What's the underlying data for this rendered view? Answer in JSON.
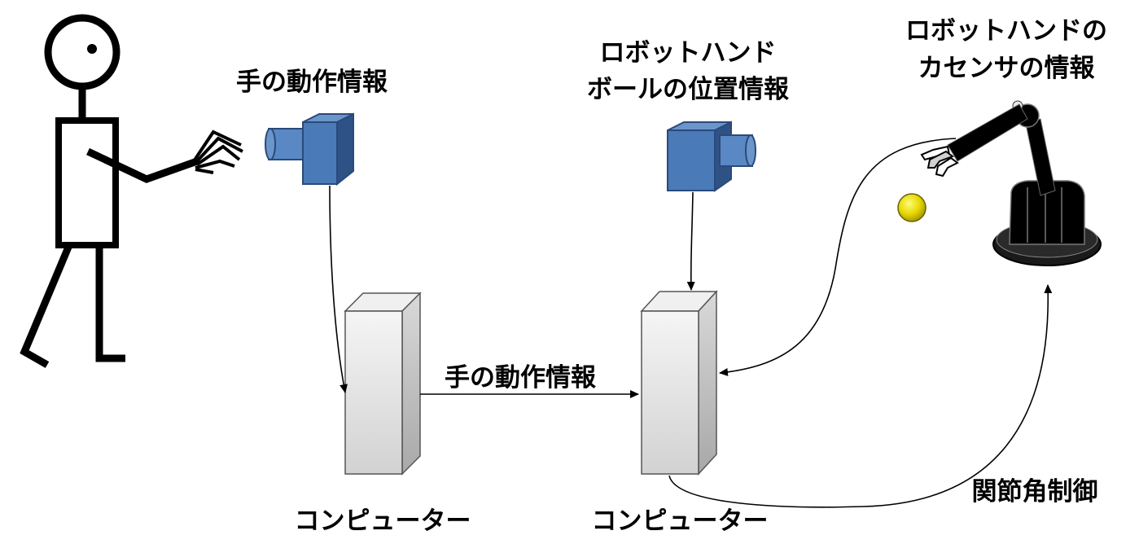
{
  "labels": {
    "camera1_info": "手の動作情報",
    "camera2_info_line1": "ロボットハンド",
    "camera2_info_line2": "ボールの位置情報",
    "robot_info_line1": "ロボットハンドの",
    "robot_info_line2": "カセンサの情報",
    "transfer_info": "手の動作情報",
    "computer1": "コンピューター",
    "computer2": "コンピューター",
    "joint_control": "関節角制御"
  },
  "colors": {
    "camera_front": "#4a7ab8",
    "camera_dark": "#2f5286",
    "camera_light": "#6b96cc",
    "computer_front": "#e6e6e6",
    "computer_side": "#c4c4c4",
    "ball": "#e6d800",
    "robot": "#000000",
    "stroke": "#000000"
  },
  "icons": {
    "person": "stick-figure-icon",
    "camera": "camera-icon",
    "computer": "computer-tower-icon",
    "robot": "robot-arm-icon",
    "ball": "ball-icon"
  }
}
